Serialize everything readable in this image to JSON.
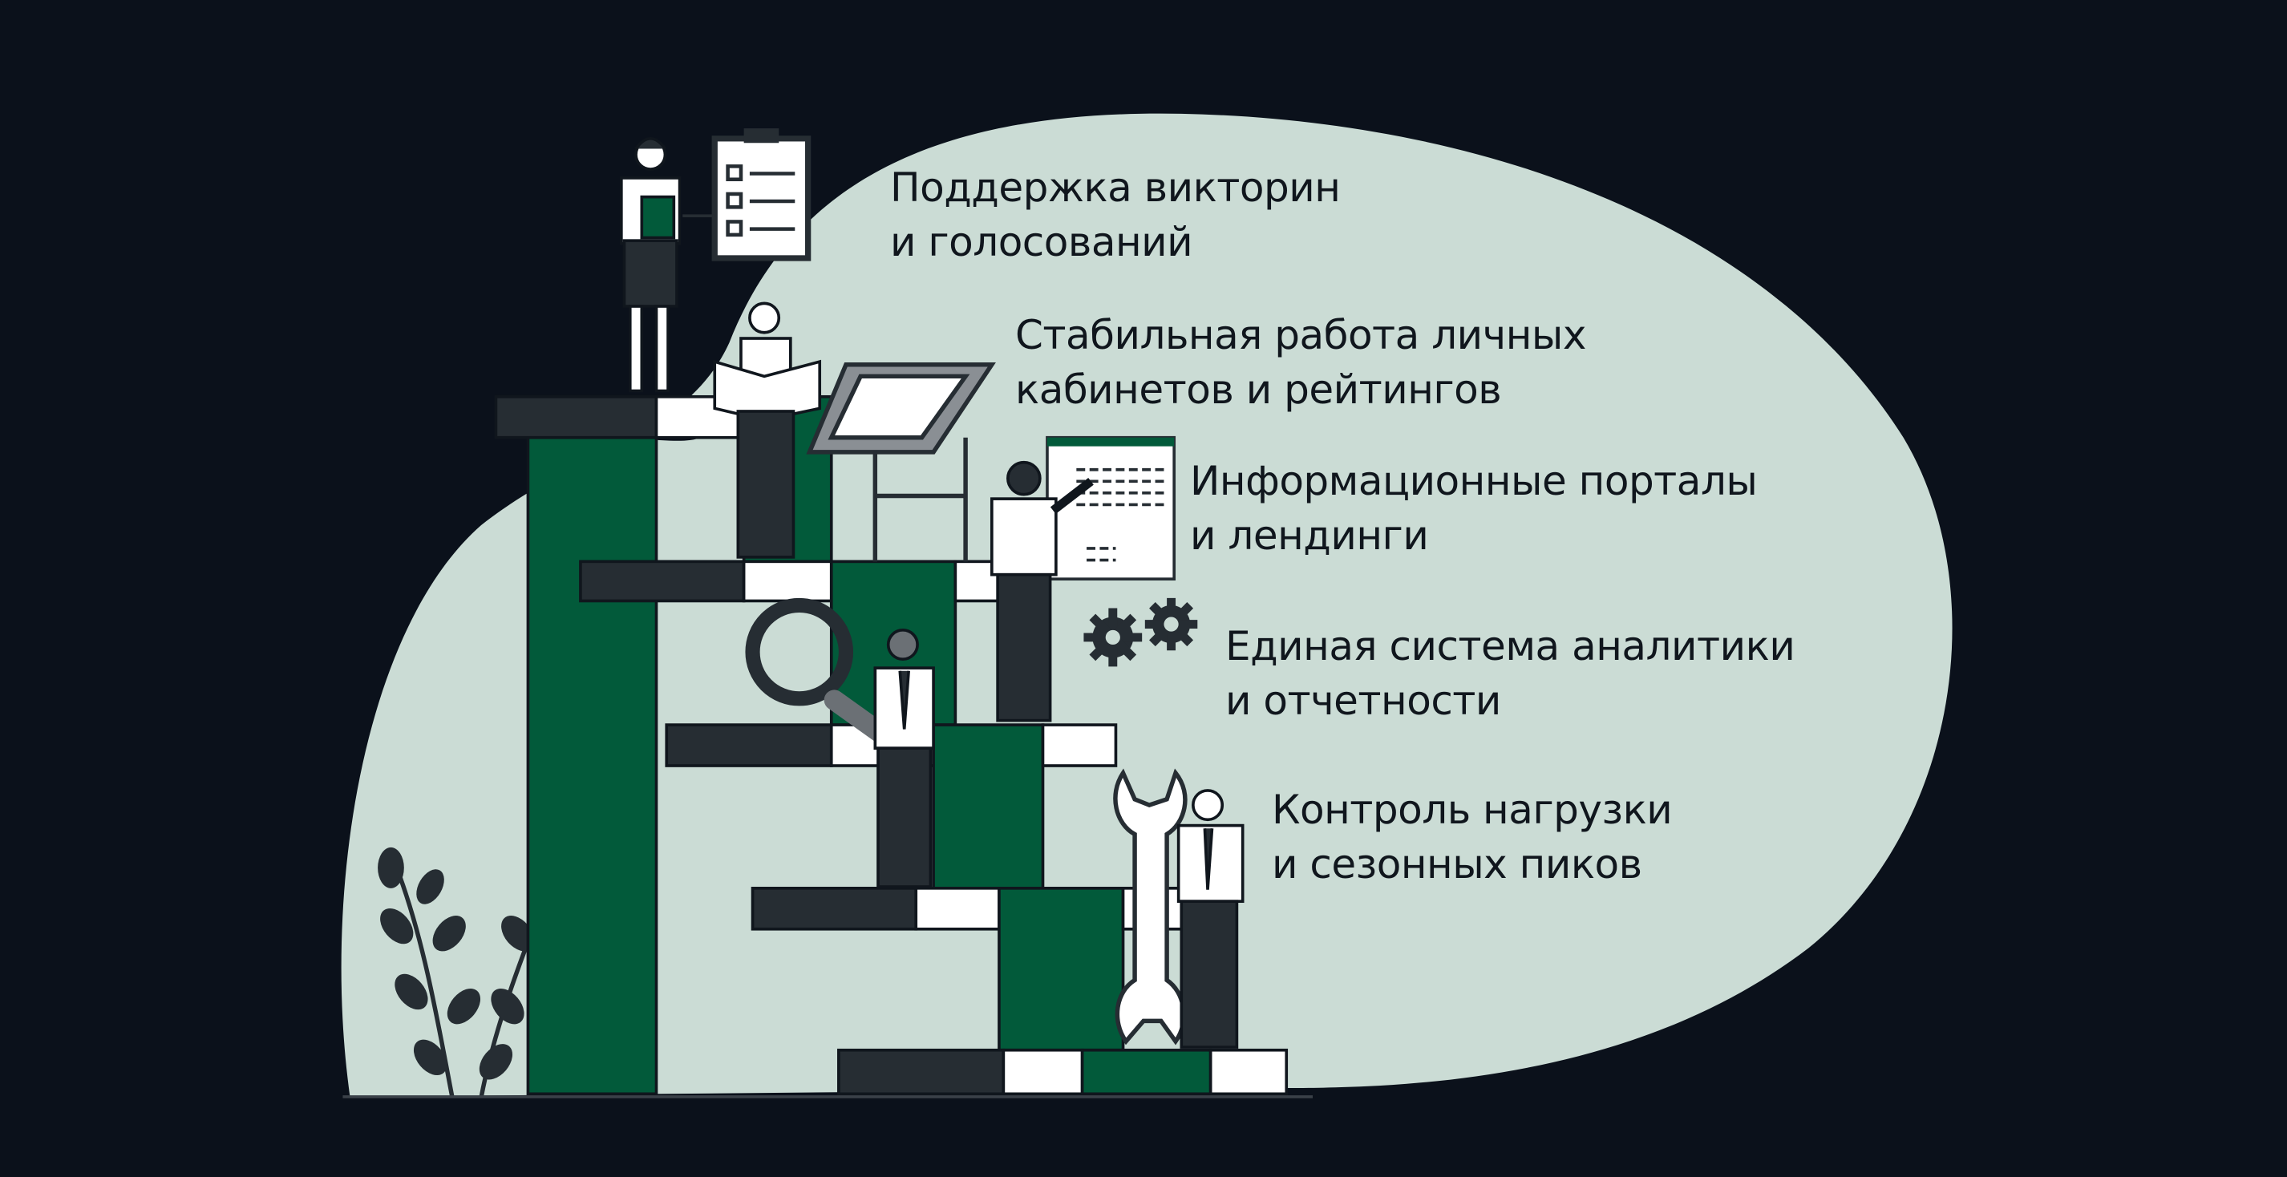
{
  "colors": {
    "background": "#0b111b",
    "blob": "#cbdcd5",
    "green": "#025a3a",
    "dark": "#262d33",
    "white": "#ffffff"
  },
  "features": [
    {
      "line1": "Поддержка викторин",
      "line2": "и голосований",
      "icon": "checklist-icon"
    },
    {
      "line1": "Стабильная работа личных",
      "line2": "кабинетов и рейтингов",
      "icon": "blueprint-board-icon"
    },
    {
      "line1": "Информационные порталы",
      "line2": "и лендинги",
      "icon": "document-board-icon"
    },
    {
      "line1": "Единая система аналитики",
      "line2": "и отчетности",
      "icon": "gears-icon"
    },
    {
      "line1": "Контроль нагрузки",
      "line2": "и сезонных пиков",
      "icon": "wrench-icon"
    }
  ]
}
